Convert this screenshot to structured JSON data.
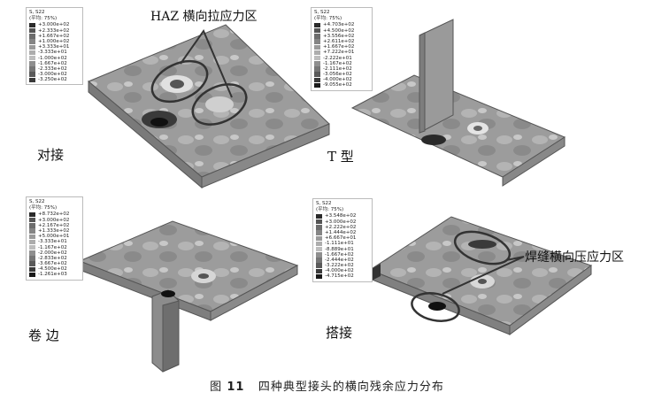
{
  "panels": [
    {
      "name": "butt",
      "label": "对接",
      "legend": {
        "title": "S, S22",
        "subtitle": "(平均: 75%)",
        "values": [
          "+3.000e+02",
          "+2.333e+02",
          "+1.667e+02",
          "+1.000e+02",
          "+3.333e+01",
          "-3.333e+01",
          "-1.000e+02",
          "-1.667e+02",
          "-2.333e+02",
          "-3.000e+02",
          "-3.250e+02"
        ]
      }
    },
    {
      "name": "t-joint",
      "label": "T 型",
      "legend": {
        "title": "S, S22",
        "subtitle": "(平均: 75%)",
        "values": [
          "+4.703e+02",
          "+4.500e+02",
          "+3.556e+02",
          "+2.611e+02",
          "+1.667e+02",
          "+7.222e+01",
          "-2.222e+01",
          "-1.167e+02",
          "-2.111e+02",
          "-3.056e+02",
          "-4.000e+02",
          "-9.055e+02"
        ]
      }
    },
    {
      "name": "flange",
      "label": "卷 边",
      "legend": {
        "title": "S, S22",
        "subtitle": "(平均: 75%)",
        "values": [
          "+8.732e+02",
          "+3.000e+02",
          "+2.167e+02",
          "+1.333e+02",
          "+5.000e+01",
          "-3.333e+01",
          "-1.167e+02",
          "-2.000e+02",
          "-2.833e+02",
          "-3.667e+02",
          "-4.500e+02",
          "-1.261e+03"
        ]
      }
    },
    {
      "name": "lap",
      "label": "搭接",
      "legend": {
        "title": "S, S22",
        "subtitle": "(平均: 75%)",
        "values": [
          "+3.548e+02",
          "+3.000e+02",
          "+2.222e+02",
          "+1.444e+02",
          "+6.667e+01",
          "-1.111e+01",
          "-8.889e+01",
          "-1.667e+02",
          "-2.444e+02",
          "-3.222e+02",
          "-4.000e+02",
          "-4.715e+02"
        ]
      }
    }
  ],
  "annotations": {
    "haz": "HAZ 横向拉应力区",
    "weld": "焊缝横向压应力区"
  },
  "caption": {
    "prefix": "图",
    "number": "11",
    "text": "四种典型接头的横向残余应力分布"
  },
  "legend_colors": [
    "#2a2a2a",
    "#555",
    "#6d6d6d",
    "#858585",
    "#9a9a9a",
    "#adadad",
    "#bdbdbd",
    "#8f8f8f",
    "#767676",
    "#5a5a5a",
    "#3a3a3a",
    "#1a1a1a"
  ]
}
